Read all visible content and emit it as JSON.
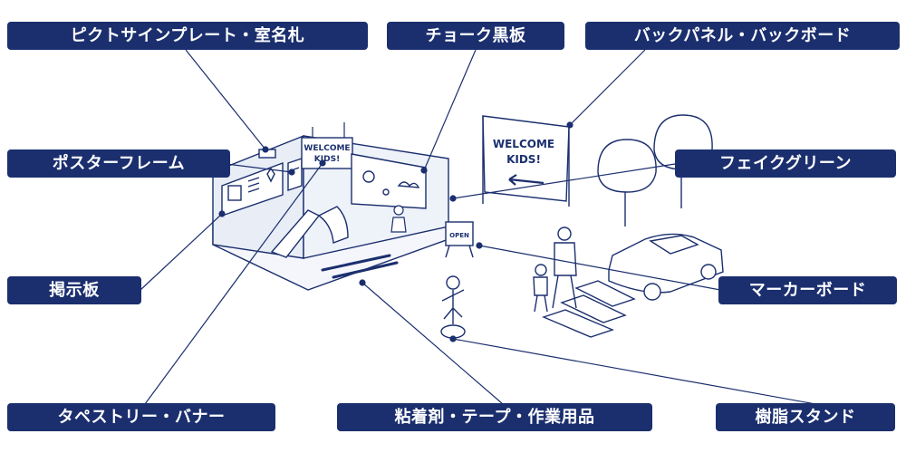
{
  "labels": {
    "pictogram_sign": "ピクトサインプレート・室名札",
    "chalk_board": "チョーク黒板",
    "back_panel": "バックパネル・バックボード",
    "poster_frame": "ポスターフレーム",
    "fake_green": "フェイクグリーン",
    "bulletin_board": "掲示板",
    "marker_board": "マーカーボード",
    "tapestry_banner": "タペストリー・バナー",
    "adhesive_tape": "粘着剤・テープ・作業用品",
    "resin_stand": "樹脂スタンド"
  },
  "scene_text": {
    "banner_line1": "WELCOME",
    "banner_line2": "KIDS!",
    "panel_line1": "WELCOME",
    "panel_line2": "KIDS!",
    "open_sign": "OPEN"
  },
  "colors": {
    "label_bg": "#1b2f6e",
    "label_text": "#ffffff",
    "line": "#1b2f6e",
    "fill": "#e8edf6"
  }
}
